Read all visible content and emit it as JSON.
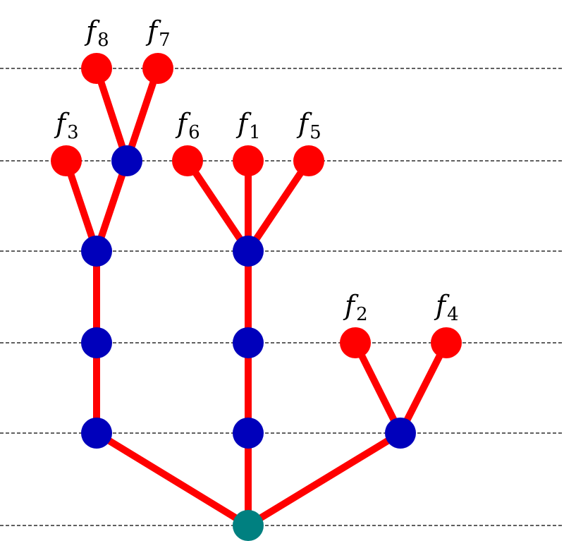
{
  "colors": {
    "edge": "#ff0000",
    "leaf": "#ff0000",
    "internal": "#0000bb",
    "root": "#008080",
    "line": "#000000"
  },
  "levels": [
    0,
    1,
    2,
    3,
    4,
    5
  ],
  "nodes": [
    {
      "id": "root",
      "kind": "root"
    },
    {
      "id": "a1",
      "kind": "internal"
    },
    {
      "id": "a2",
      "kind": "internal"
    },
    {
      "id": "a3",
      "kind": "internal"
    },
    {
      "id": "a4",
      "kind": "internal"
    },
    {
      "id": "b1",
      "kind": "internal"
    },
    {
      "id": "b2",
      "kind": "internal"
    },
    {
      "id": "b3",
      "kind": "internal"
    },
    {
      "id": "c1",
      "kind": "internal"
    },
    {
      "id": "f8",
      "kind": "leaf",
      "label": "f",
      "sub": "8"
    },
    {
      "id": "f7",
      "kind": "leaf",
      "label": "f",
      "sub": "7"
    },
    {
      "id": "f3",
      "kind": "leaf",
      "label": "f",
      "sub": "3"
    },
    {
      "id": "f6",
      "kind": "leaf",
      "label": "f",
      "sub": "6"
    },
    {
      "id": "f1",
      "kind": "leaf",
      "label": "f",
      "sub": "1"
    },
    {
      "id": "f5",
      "kind": "leaf",
      "label": "f",
      "sub": "5"
    },
    {
      "id": "f2",
      "kind": "leaf",
      "label": "f",
      "sub": "2"
    },
    {
      "id": "f4",
      "kind": "leaf",
      "label": "f",
      "sub": "4"
    }
  ],
  "edges": [
    [
      "root",
      "a1"
    ],
    [
      "root",
      "b1"
    ],
    [
      "root",
      "c1"
    ],
    [
      "a1",
      "a2"
    ],
    [
      "a2",
      "a3"
    ],
    [
      "a3",
      "f3"
    ],
    [
      "a3",
      "a4"
    ],
    [
      "a4",
      "f8"
    ],
    [
      "a4",
      "f7"
    ],
    [
      "b1",
      "b2"
    ],
    [
      "b2",
      "b3"
    ],
    [
      "b3",
      "f6"
    ],
    [
      "b3",
      "f1"
    ],
    [
      "b3",
      "f5"
    ],
    [
      "c1",
      "f2"
    ],
    [
      "c1",
      "f4"
    ]
  ]
}
